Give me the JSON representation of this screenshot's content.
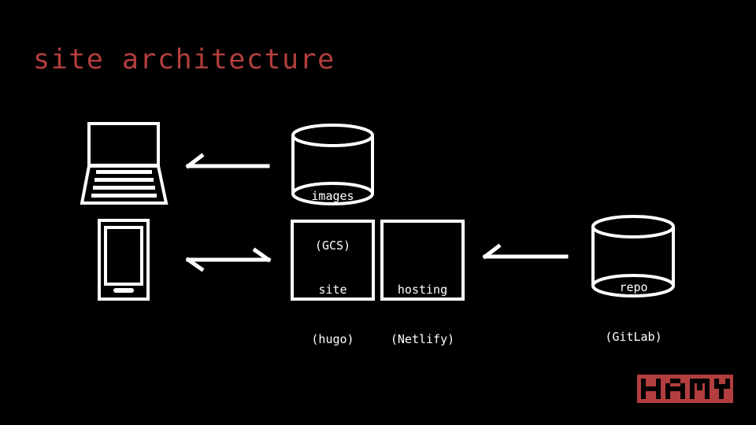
{
  "slide": {
    "title": "site architecture",
    "background_color": "#000000",
    "accent_color": "#b33e3e",
    "stroke_color": "#ffffff"
  },
  "diagram": {
    "type": "architecture-flow",
    "nodes": [
      {
        "id": "laptop",
        "shape": "laptop-icon",
        "label": ""
      },
      {
        "id": "phone",
        "shape": "phone-icon",
        "label": ""
      },
      {
        "id": "images",
        "shape": "cylinder",
        "line1": "images",
        "line2": "(GCS)"
      },
      {
        "id": "site",
        "shape": "rectangle",
        "line1": "site",
        "line2": "(hugo)"
      },
      {
        "id": "hosting",
        "shape": "rectangle",
        "line1": "hosting",
        "line2": "(Netlify)"
      },
      {
        "id": "repo",
        "shape": "cylinder",
        "line1": "repo",
        "line2": "(GitLab)"
      }
    ],
    "edges": [
      {
        "from": "images",
        "to": "laptop",
        "direction": "left"
      },
      {
        "from": "phone",
        "to": "site",
        "direction": "both"
      },
      {
        "from": "repo",
        "to": "hosting",
        "direction": "left"
      }
    ]
  },
  "logo": {
    "text": "HAMY",
    "background_color": "#b33e3e",
    "text_color": "#000000"
  }
}
